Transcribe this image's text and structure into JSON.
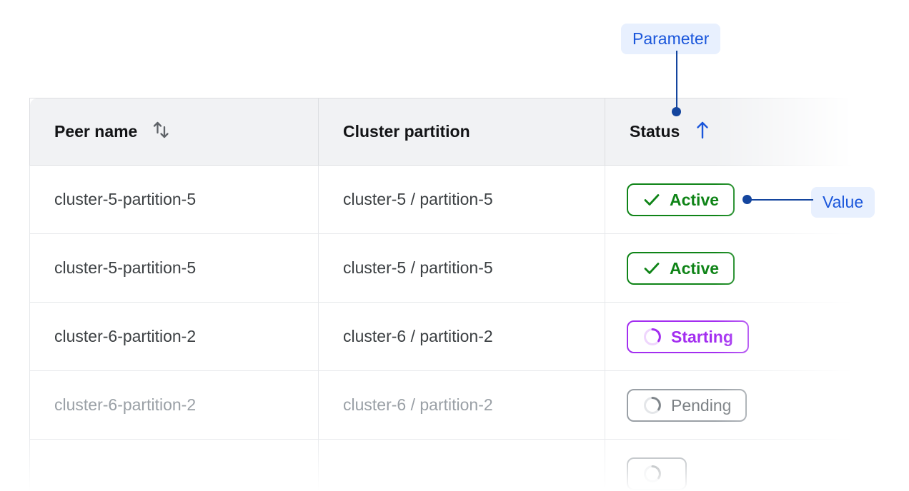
{
  "table": {
    "columns": [
      {
        "label": "Peer name",
        "sort_icon": "sort-both-icon",
        "sorted": false
      },
      {
        "label": "Cluster partition",
        "sort_icon": null,
        "sorted": false
      },
      {
        "label": "Status",
        "sort_icon": "arrow-up-icon",
        "sorted": true
      }
    ],
    "rows": [
      {
        "peer_name": "cluster-5-partition-5",
        "cluster_partition": "cluster-5 / partition-5",
        "status": "Active",
        "status_icon": "check-icon",
        "status_state": "active",
        "muted": false
      },
      {
        "peer_name": "cluster-5-partition-5",
        "cluster_partition": "cluster-5 / partition-5",
        "status": "Active",
        "status_icon": "check-icon",
        "status_state": "active",
        "muted": false
      },
      {
        "peer_name": "cluster-6-partition-2",
        "cluster_partition": "cluster-6 / partition-2",
        "status": "Starting",
        "status_icon": "spinner-icon",
        "status_state": "starting",
        "muted": false
      },
      {
        "peer_name": "cluster-6-partition-2",
        "cluster_partition": "cluster-6 / partition-2",
        "status": "Pending",
        "status_icon": "spinner-icon",
        "status_state": "pending",
        "muted": true
      },
      {
        "peer_name": "",
        "cluster_partition": "",
        "status": "",
        "status_icon": "spinner-icon",
        "status_state": "pending",
        "muted": true
      }
    ]
  },
  "annotations": {
    "parameter_label": "Parameter",
    "value_label": "Value"
  },
  "colors": {
    "accent_blue": "#1a56db",
    "connector_blue": "#14459e",
    "annotation_bg": "#e8f0fe",
    "active_green": "#0f8417",
    "starting_purple": "#a32ef0",
    "pending_gray": "#9aa0a6",
    "header_bg": "#f1f2f4",
    "text_primary": "#3c4043",
    "header_text": "#131416",
    "border": "#e6e8eb"
  }
}
